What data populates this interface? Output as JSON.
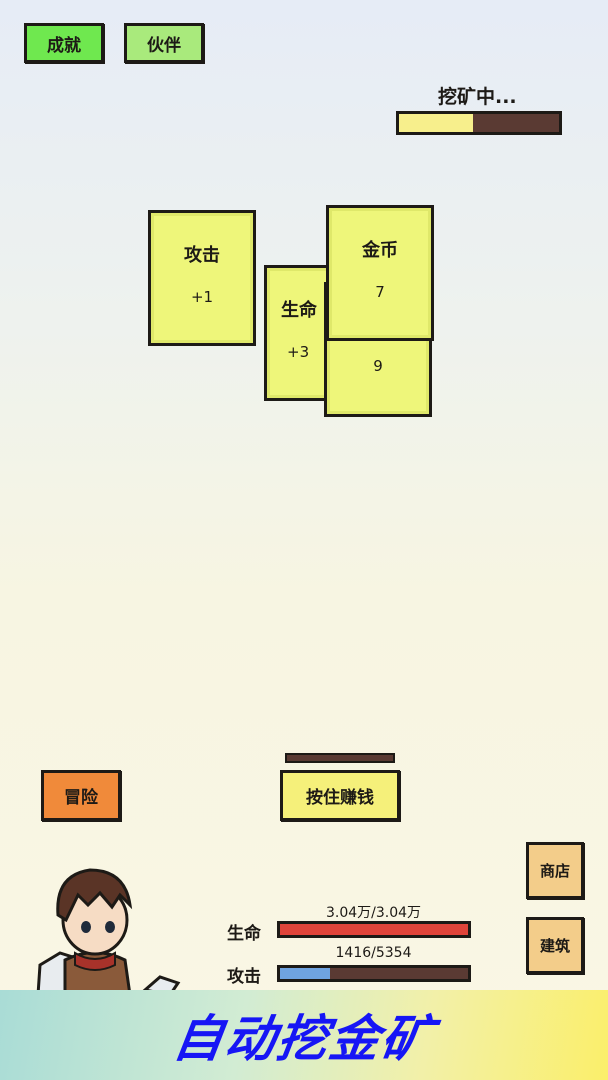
{
  "top_buttons": {
    "achievements": "成就",
    "partners": "伙伴"
  },
  "mining": {
    "status": "挖矿中...",
    "progress": 0.46
  },
  "cards": [
    {
      "title": "攻击",
      "value": "+1"
    },
    {
      "title": "生命",
      "value": "+3"
    },
    {
      "title": "",
      "value": "9"
    },
    {
      "title": "金币",
      "value": "7"
    }
  ],
  "actions": {
    "adventure": "冒险",
    "hold_earn": "按住赚钱",
    "hold_progress": 0
  },
  "side_buttons": {
    "shop": "商店",
    "building": "建筑"
  },
  "stats": {
    "hp": {
      "label": "生命",
      "text": "3.04万/3.04万",
      "fraction": 1.0
    },
    "atk": {
      "label": "攻击",
      "text": "1416/5354",
      "fraction": 0.264
    }
  },
  "banner": {
    "text": "自动挖金矿"
  },
  "colors": {
    "achievements": "#6fe84f",
    "partners": "#a9ea7c",
    "adventure": "#f08a3a",
    "hold": "#f5f07a",
    "side": "#f3cd8a",
    "hp": "#e0443a",
    "atk": "#6fa3e0",
    "banner_text": "#1616f5"
  }
}
